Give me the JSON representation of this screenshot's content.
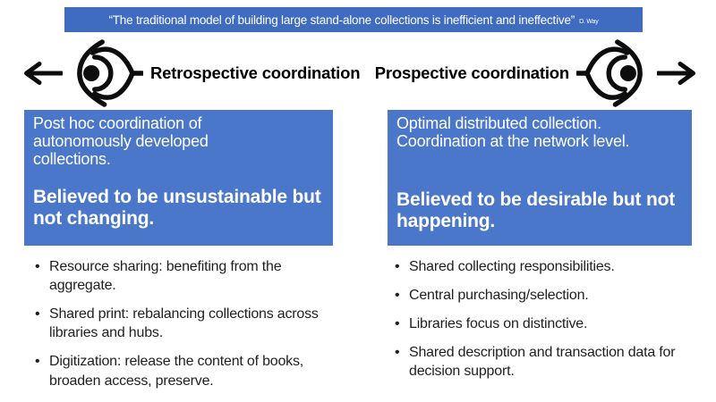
{
  "banner": {
    "quote": "“The traditional model of building large stand-alone collections is inefficient and ineffective”",
    "attribution": "D. Way"
  },
  "left": {
    "title": "Retrospective coordination",
    "box": {
      "paragraph": "Post hoc coordination of autonomously developed collections.",
      "emphasis": "Believed to be unsustainable but not changing."
    },
    "bullets": [
      "Resource sharing: benefiting from the aggregate.",
      "Shared print: rebalancing collections across libraries and hubs.",
      "Digitization: release the content of books, broaden access, preserve."
    ]
  },
  "right": {
    "title": "Prospective coordination",
    "box": {
      "paragraph": "Optimal distributed collection. Coordination at the network level.",
      "emphasis": "Believed to be desirable but not happening."
    },
    "bullets": [
      "Shared collecting responsibilities.",
      "Central purchasing/selection.",
      "Libraries focus on distinctive.",
      "Shared description and transaction data for decision support."
    ]
  },
  "icons": {
    "left": "arrow-left-icon, eye-looking-left-icon",
    "right": "eye-looking-right-icon, arrow-right-icon"
  },
  "colors": {
    "banner_bg": "#3F6CC1",
    "box_bg": "#4B77CA",
    "text_on_blue": "#FFFFFF",
    "bullet_text": "#1F1F1F"
  }
}
